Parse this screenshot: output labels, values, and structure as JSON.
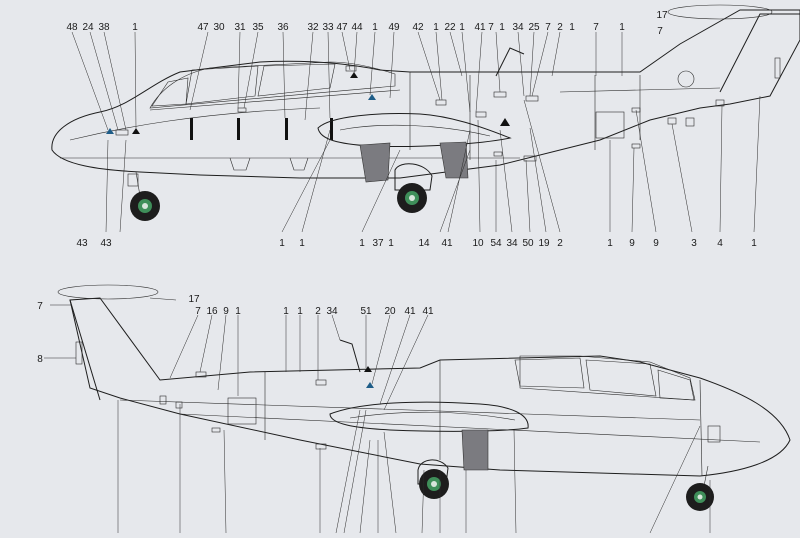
{
  "colors": {
    "paper": "#e6e8ec",
    "outline": "#1e1e1e",
    "stencil": "#5b8fb0",
    "wheel_hub": "#3f8f5a",
    "tyre": "#1d1d1d",
    "intake": "#7b7b80"
  },
  "top_profile": {
    "callouts_above": [
      "48",
      "24",
      "38",
      "1",
      "47",
      "30",
      "31",
      "35",
      "36",
      "32",
      "33",
      "47",
      "44",
      "1",
      "49",
      "42",
      "1",
      "22",
      "1",
      "41",
      "7",
      "1",
      "34",
      "25",
      "7",
      "2",
      "1",
      "7",
      "1",
      "17",
      "7"
    ],
    "callouts_below": [
      "43",
      "43",
      "1",
      "1",
      "1",
      "37",
      "1",
      "14",
      "41",
      "10",
      "54",
      "34",
      "50",
      "19",
      "2",
      "1",
      "9",
      "9",
      "3",
      "4",
      "1"
    ]
  },
  "bottom_profile": {
    "callouts_above": [
      "17",
      "7",
      "7",
      "16",
      "9",
      "1",
      "1",
      "1",
      "2",
      "34",
      "51",
      "20",
      "41",
      "41"
    ],
    "callouts_left": [
      "8"
    ]
  }
}
